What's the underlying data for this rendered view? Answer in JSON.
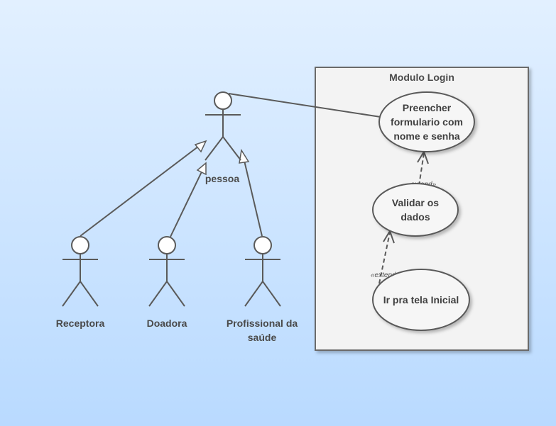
{
  "system": {
    "title": "Modulo Login"
  },
  "actors": {
    "pessoa": "pessoa",
    "receptora": "Receptora",
    "doadora": "Doadora",
    "profissional_line1": "Profissional da",
    "profissional_line2": "saúde"
  },
  "use_cases": {
    "preencher": [
      "Preencher",
      "formulario com",
      "nome e senha"
    ],
    "validar": [
      "Validar os",
      "dados"
    ],
    "tela_inicial": [
      "Ir pra tela Inicial"
    ]
  },
  "relations": {
    "extend_1": "«extend»",
    "extend_2": "«extend»"
  },
  "colors": {
    "line": "#5a5a5a",
    "box_fill": "#f3f3f3",
    "box_border": "#6a6a6a",
    "usecase_fill": "#f6f6f6",
    "actor_head_fill": "#ffffff"
  }
}
